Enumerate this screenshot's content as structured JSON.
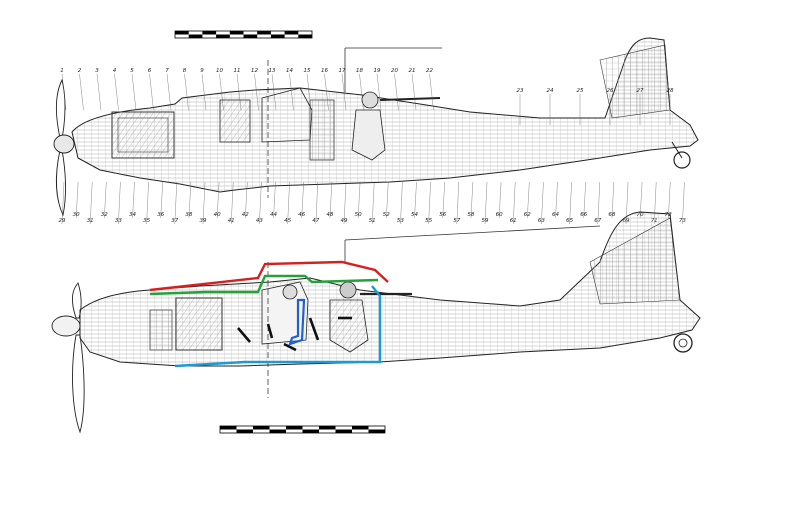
{
  "diagram": {
    "upper_view": {
      "callouts": [
        "1",
        "2",
        "3",
        "4",
        "5",
        "6",
        "7",
        "8",
        "9",
        "10",
        "11",
        "12",
        "13",
        "14",
        "15",
        "16",
        "17",
        "18",
        "19",
        "20",
        "21",
        "22",
        "23",
        "24",
        "25",
        "26",
        "27",
        "28",
        "29",
        "30",
        "31",
        "32",
        "33",
        "34",
        "35",
        "36",
        "37",
        "38",
        "39",
        "40",
        "41",
        "42",
        "43",
        "44",
        "45",
        "46",
        "47",
        "48",
        "49",
        "50",
        "51",
        "52",
        "53",
        "54",
        "55",
        "56",
        "57",
        "58",
        "59",
        "60",
        "61",
        "62",
        "63",
        "64",
        "65",
        "66",
        "67",
        "68",
        "69",
        "70",
        "71",
        "72",
        "73"
      ]
    },
    "overlay_colors": {
      "canopy": "#d62020",
      "armor_top": "#22a33a",
      "armor_bottom": "#1a9ad6",
      "pilot_seat": "#1f5fd6",
      "plating": "#111111"
    },
    "scale_bar_segments": 10
  }
}
